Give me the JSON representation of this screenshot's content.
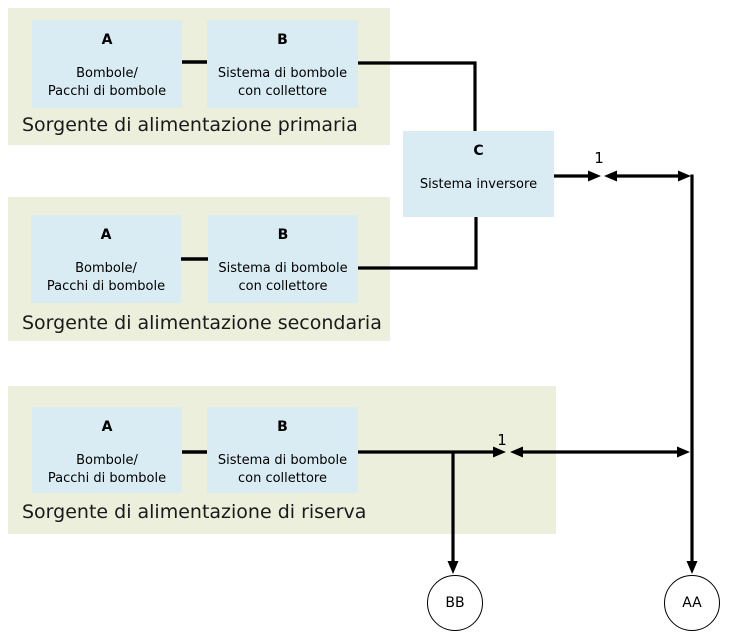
{
  "diagram": {
    "colors": {
      "panel_bg": "#ebefdc",
      "box_bg": "#d9ecf4",
      "line": "#000000",
      "text": "#000000"
    },
    "panels": [
      {
        "caption": "Sorgente di alimentazione primaria",
        "box_a": {
          "letter": "A",
          "lines": [
            "Bombole/",
            "Pacchi di bombole"
          ]
        },
        "box_b": {
          "letter": "B",
          "lines": [
            "Sistema di bombole",
            "con collettore"
          ]
        }
      },
      {
        "caption": "Sorgente di alimentazione secondaria",
        "box_a": {
          "letter": "A",
          "lines": [
            "Bombole/",
            "Pacchi di bombole"
          ]
        },
        "box_b": {
          "letter": "B",
          "lines": [
            "Sistema di bombole",
            "con collettore"
          ]
        }
      },
      {
        "caption": "Sorgente di alimentazione di riserva",
        "box_a": {
          "letter": "A",
          "lines": [
            "Bombole/",
            "Pacchi di bombole"
          ]
        },
        "box_b": {
          "letter": "B",
          "lines": [
            "Sistema di bombole",
            "con collettore"
          ]
        }
      }
    ],
    "inverter_box": {
      "letter": "C",
      "text": "Sistema inversore"
    },
    "junctions": {
      "top_label": "1",
      "bottom_label": "1"
    },
    "terminals": {
      "bb": "BB",
      "aa": "AA"
    }
  }
}
